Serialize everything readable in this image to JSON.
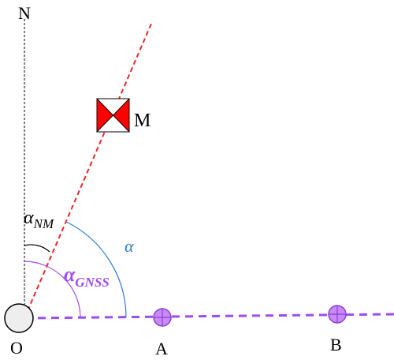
{
  "labels": {
    "north": "N",
    "origin": "O",
    "point_a": "A",
    "point_b": "B",
    "landmark": "M",
    "angle_nm_base": "α",
    "angle_nm_sub": "NM",
    "angle_total": "α",
    "angle_gnss_base": "α",
    "angle_gnss_sub": "GNSS"
  },
  "colors": {
    "sight_line": "#e8262a",
    "baseline": "#9d4cf0",
    "angle_total_arc": "#2f7bd8",
    "angle_gnss_arc": "#9d4cf0",
    "angle_nm_arc": "#000000",
    "north_line": "#000000",
    "marker_fill": "#c98af5",
    "marker_stroke": "#8a3fd6",
    "landmark_fill": "#ff0000",
    "origin_fill": "#eeeeee"
  },
  "icons": {
    "landmark": "bowtie-target-icon",
    "survey_point": "crosshair-circle-icon",
    "origin": "circle-station-icon"
  }
}
